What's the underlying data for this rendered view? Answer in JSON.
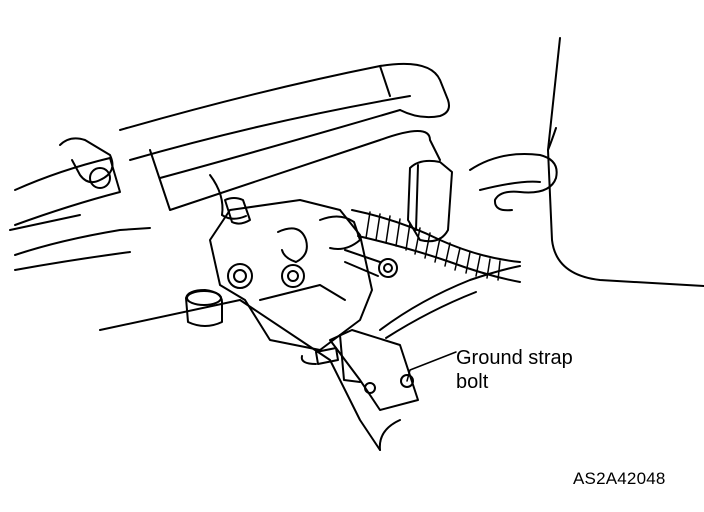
{
  "callout": {
    "line1": "Ground strap",
    "line2": "bolt"
  },
  "figure_code": "AS2A42048"
}
